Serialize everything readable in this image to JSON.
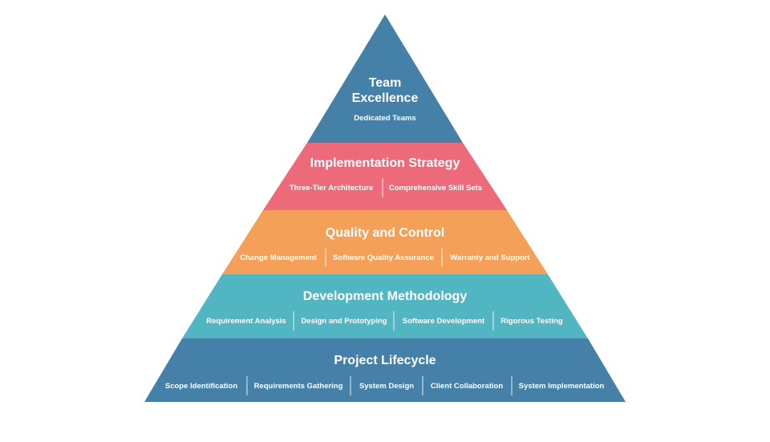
{
  "pyramid": {
    "levels": [
      {
        "title_lines": [
          "Team",
          "Excellence"
        ],
        "items": [
          "Dedicated Teams"
        ],
        "color": "#4580A8"
      },
      {
        "title_lines": [
          "Implementation Strategy"
        ],
        "items": [
          "Three-Tier Architecture",
          "Comprehensive Skill Sets"
        ],
        "color": "#EC6A7A"
      },
      {
        "title_lines": [
          "Quality and Control"
        ],
        "items": [
          "Change Management",
          "Software Quality Assurance",
          "Warranty and Support"
        ],
        "color": "#F4A058"
      },
      {
        "title_lines": [
          "Development Methodology"
        ],
        "items": [
          "Requirement Analysis",
          "Design and Prototyping",
          "Software Development",
          "Rigorous Testing"
        ],
        "color": "#52B6C2"
      },
      {
        "title_lines": [
          "Project Lifecycle"
        ],
        "items": [
          "Scope Identification",
          "Requirements Gathering",
          "System Design",
          "Client Collaboration",
          "System Implementation"
        ],
        "color": "#4580A8"
      }
    ]
  }
}
